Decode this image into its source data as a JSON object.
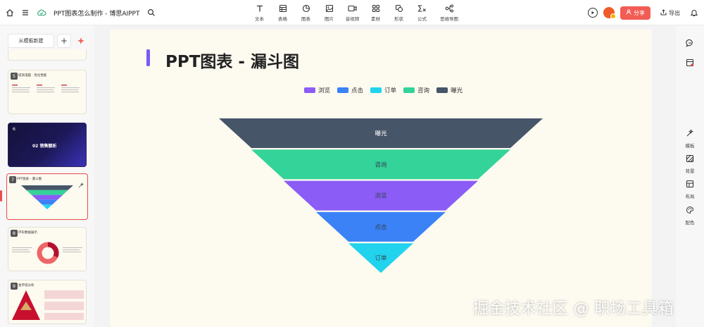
{
  "topbar": {
    "doc_title": "PPT图表怎么制作 - 博思AIPPT",
    "tools": [
      {
        "label": "文本",
        "icon": "text-icon"
      },
      {
        "label": "表格",
        "icon": "table-icon"
      },
      {
        "label": "图表",
        "icon": "chart-icon"
      },
      {
        "label": "图片",
        "icon": "image-icon"
      },
      {
        "label": "音视频",
        "icon": "video-icon"
      },
      {
        "label": "素材",
        "icon": "material-icon"
      },
      {
        "label": "形状",
        "icon": "shape-icon"
      },
      {
        "label": "公式",
        "icon": "formula-icon"
      },
      {
        "label": "思维导图",
        "icon": "mindmap-icon"
      }
    ],
    "share_label": "分享",
    "export_label": "导出"
  },
  "sidebar": {
    "new_from_template": "从模板新建",
    "slides": [
      {
        "num": "5",
        "title": "提高电脑 · 优化性能"
      },
      {
        "num": "6",
        "title": "02  销售额析"
      },
      {
        "num": "7",
        "title": "PPT图表 - 漏斗图"
      },
      {
        "num": "8",
        "title": "环形数据展示"
      },
      {
        "num": "9",
        "title": "金字塔分析"
      }
    ]
  },
  "slide": {
    "title": "PPT图表 - 漏斗图",
    "accent": "#7a5af8"
  },
  "chart_data": {
    "type": "funnel",
    "legend": [
      {
        "name": "浏览",
        "color": "#8b5cf6"
      },
      {
        "name": "点击",
        "color": "#3b82f6"
      },
      {
        "name": "订单",
        "color": "#22d3ee"
      },
      {
        "name": "咨询",
        "color": "#34d399"
      },
      {
        "name": "曝光",
        "color": "#475569"
      }
    ],
    "stages": [
      {
        "name": "曝光",
        "color": "#475569",
        "value": 100
      },
      {
        "name": "咨询",
        "color": "#34d399",
        "value": 80
      },
      {
        "name": "浏览",
        "color": "#8b5cf6",
        "value": 60
      },
      {
        "name": "点击",
        "color": "#3b82f6",
        "value": 40
      },
      {
        "name": "订单",
        "color": "#22d3ee",
        "value": 20
      }
    ]
  },
  "rightpanel": {
    "items": [
      {
        "label": "",
        "icon": "comment-icon"
      },
      {
        "label": "",
        "icon": "notes-icon"
      },
      {
        "label": "模板",
        "icon": "template-icon"
      },
      {
        "label": "背景",
        "icon": "background-icon"
      },
      {
        "label": "布局",
        "icon": "layout-icon"
      },
      {
        "label": "配色",
        "icon": "palette-icon"
      }
    ]
  },
  "watermark": "掘金技术社区 @ 职场工具箱"
}
